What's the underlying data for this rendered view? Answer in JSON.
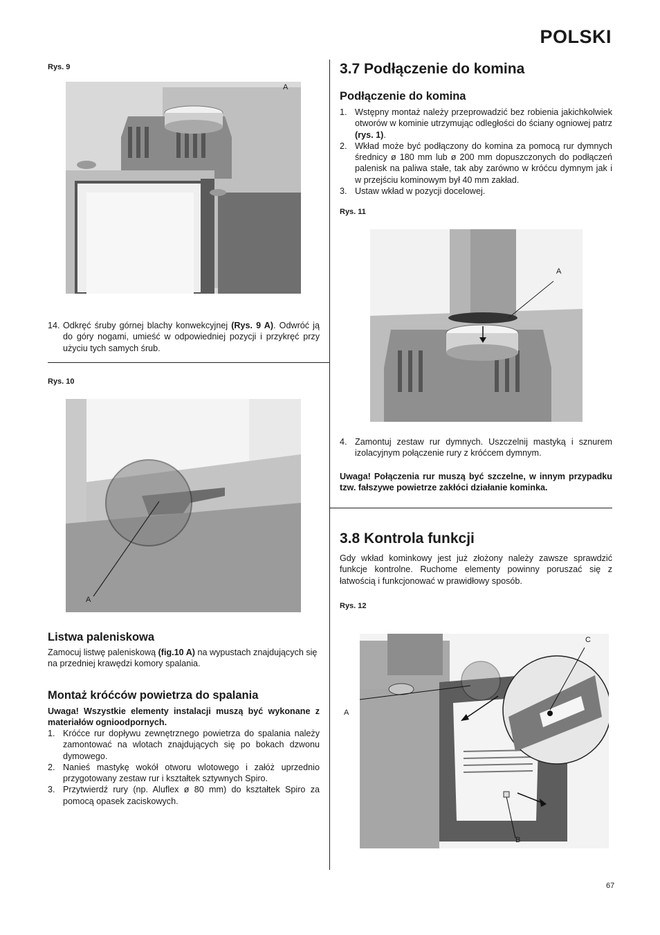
{
  "header": {
    "language": "POLSKI"
  },
  "page_number": "67",
  "left": {
    "fig9": {
      "label": "Rys. 9",
      "callout_a": "A"
    },
    "step14": {
      "num": "14.",
      "pre": "Odkręć śruby górnej blachy konwekcyjnej ",
      "bold": "(Rys. 9 A)",
      "post": ". Odwróć ją do góry nogami, umieść w odpowiedniej pozycji i przykręć przy użyciu tych samych śrub."
    },
    "fig10": {
      "label": "Rys. 10",
      "callout_a": "A"
    },
    "listwa": {
      "title": "Listwa paleniskowa",
      "pre": "Zamocuj listwę paleniskową ",
      "bold": "(fig.10 A)",
      "post": " na wypustach znajdujących się na przedniej krawędzi komory spalania."
    },
    "montaz": {
      "title": "Montaż króćców powietrza do spalania",
      "warning": "Uwaga! Wszystkie elementy instalacji muszą być wykonane z materiałów ognioodpornych.",
      "items": [
        {
          "num": "1.",
          "text": "Króćce rur dopływu zewnętrznego powietrza do spalania należy zamontować na wlotach znajdujących się po bokach dzwonu dymowego."
        },
        {
          "num": "2.",
          "text": "Nanieś mastykę wokół otworu wlotowego i załóż uprzednio przygotowany zestaw rur i kształtek sztywnych Spiro."
        },
        {
          "num": "3.",
          "text": "Przytwierdź rury (np. Aluflex ø 80 mm) do kształtek Spiro za pomocą opasek zaciskowych."
        }
      ]
    }
  },
  "right": {
    "section37": {
      "title": "3.7 Podłączenie do komina",
      "subtitle": "Podłączenie do komina",
      "item1": {
        "num": "1.",
        "pre": "Wstępny montaż należy przeprowadzić bez robienia jakichkolwiek otworów w kominie utrzymując odległości do ściany ogniowej patrz ",
        "bold": "(rys. 1)",
        "post": "."
      },
      "item2": {
        "num": "2.",
        "text": "Wkład może być podłączony do komina za pomocą rur dymnych średnicy ø 180 mm lub ø 200 mm dopuszczonych do podłączeń palenisk na paliwa stałe, tak aby zarówno w króćcu dymnym jak i w przejściu kominowym był 40 mm zakład."
      },
      "item3": {
        "num": "3.",
        "text": "Ustaw wkład w pozycji docelowej."
      },
      "fig11": {
        "label": "Rys. 11",
        "callout_a": "A"
      },
      "item4": {
        "num": "4.",
        "text": "Zamontuj zestaw rur dymnych. Uszczelnij mastyką i sznurem izolacyjnym połączenie rury z króćcem dymnym."
      },
      "warning": "Uwaga! Połączenia rur muszą być szczelne, w innym przypadku tzw. fałszywe powietrze zakłóci działanie kominka."
    },
    "section38": {
      "title": "3.8 Kontrola funkcji",
      "text": "Gdy wkład kominkowy jest już złożony należy zawsze sprawdzić funkcje kontrolne. Ruchome elementy powinny poruszać się z łatwością i funkcjonować w prawidłowy sposób.",
      "fig12": {
        "label": "Rys. 12",
        "callout_a": "A",
        "callout_b": "B",
        "callout_c": "C"
      }
    }
  }
}
